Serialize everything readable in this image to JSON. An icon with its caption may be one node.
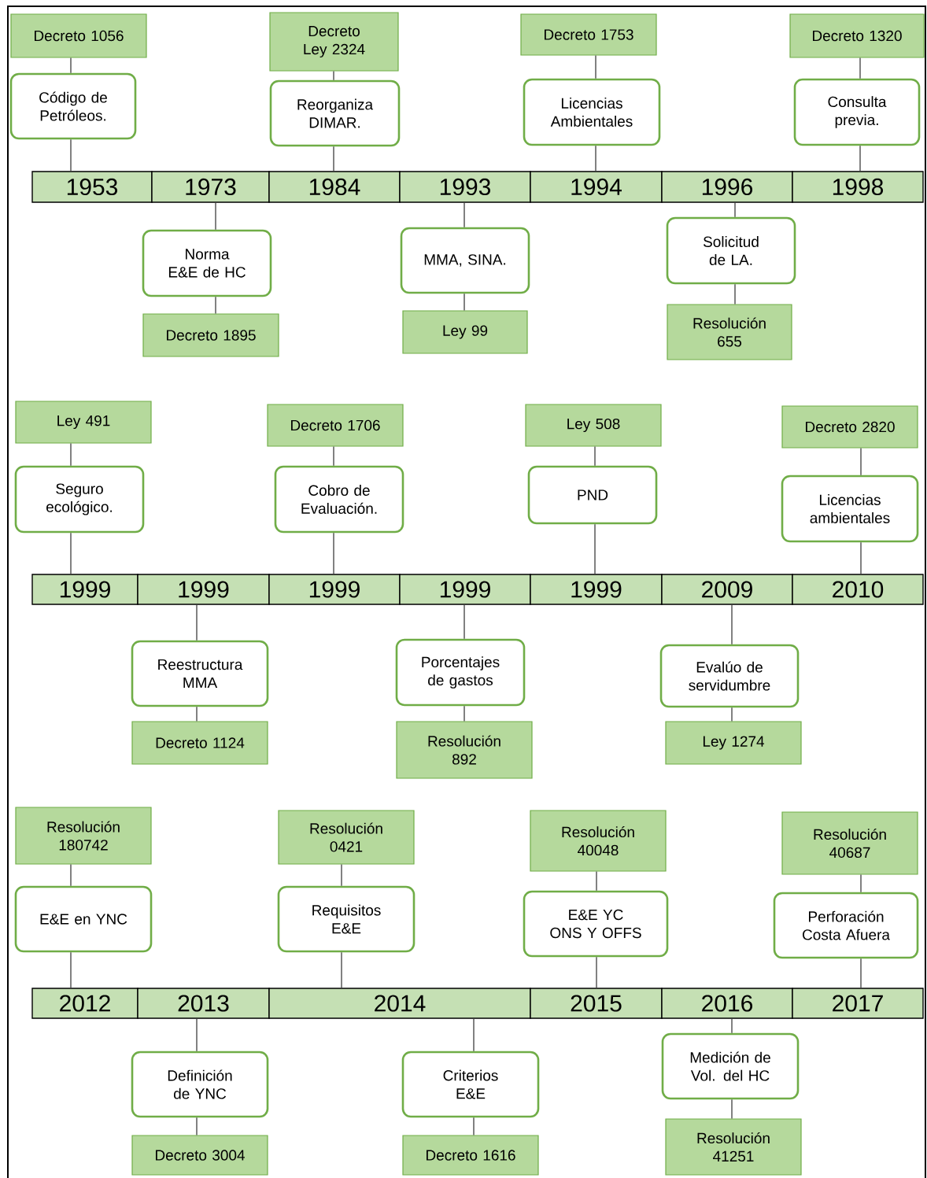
{
  "diagram": {
    "nodes": [
      {
        "text": [
          "Decreto 1056"
        ]
      },
      {
        "text": [
          "Código de Petróleos."
        ]
      },
      {
        "text": [
          "Decreto Ley 2324"
        ]
      },
      {
        "text": [
          "Reorganiza DIMAR."
        ]
      },
      {
        "text": [
          "Decreto 1753"
        ]
      },
      {
        "text": [
          "Licencias Ambientales"
        ]
      },
      {
        "text": [
          "Decreto 1320"
        ]
      },
      {
        "text": [
          "Consulta previa."
        ]
      },
      {
        "text": [
          "1953"
        ]
      },
      {
        "text": [
          "1973"
        ]
      },
      {
        "text": [
          "1984"
        ]
      },
      {
        "text": [
          "1993"
        ]
      },
      {
        "text": [
          "1994"
        ]
      },
      {
        "text": [
          "1996"
        ]
      },
      {
        "text": [
          "1998"
        ]
      },
      {
        "text": [
          "Norma E&E de HC"
        ]
      },
      {
        "text": [
          "Decreto 1895"
        ]
      },
      {
        "text": [
          "MMA, SINA."
        ]
      },
      {
        "text": [
          "Ley 99"
        ]
      },
      {
        "text": [
          "Solicitud de LA."
        ]
      },
      {
        "text": [
          "Resolución 655"
        ]
      },
      {
        "text": [
          "Ley 491"
        ]
      },
      {
        "text": [
          "Seguro ecológico."
        ]
      },
      {
        "text": [
          "Decreto 1706"
        ]
      },
      {
        "text": [
          "Cobro de Evaluación."
        ]
      },
      {
        "text": [
          "Ley 508"
        ]
      },
      {
        "text": [
          "PND"
        ]
      },
      {
        "text": [
          "Decreto 2820"
        ]
      },
      {
        "text": [
          "Licencias ambientales"
        ]
      },
      {
        "text": [
          "1999"
        ]
      },
      {
        "text": [
          "1999"
        ]
      },
      {
        "text": [
          "1999"
        ]
      },
      {
        "text": [
          "1999"
        ]
      },
      {
        "text": [
          "1999"
        ]
      },
      {
        "text": [
          "2009"
        ]
      },
      {
        "text": [
          "2010"
        ]
      },
      {
        "text": [
          "Reestructura MMA"
        ]
      },
      {
        "text": [
          "Decreto 1124"
        ]
      },
      {
        "text": [
          "Porcentajes de gastos"
        ]
      },
      {
        "text": [
          "Resolución 892"
        ]
      },
      {
        "text": [
          "Evalúo de servidumbre"
        ]
      },
      {
        "text": [
          "Ley 1274"
        ]
      },
      {
        "text": [
          "Resolución 180742"
        ]
      },
      {
        "text": [
          "E&E en YNC"
        ]
      },
      {
        "text": [
          "Resolución 0421"
        ]
      },
      {
        "text": [
          "Requisitos E&E"
        ]
      },
      {
        "text": [
          "Resolución 40048"
        ]
      },
      {
        "text": [
          "E&E YC ONS Y OFFS"
        ]
      },
      {
        "text": [
          "Resolución 40687"
        ]
      },
      {
        "text": [
          "Perforación Costa Afuera"
        ]
      },
      {
        "text": [
          "2012"
        ]
      },
      {
        "text": [
          "2013"
        ]
      },
      {
        "text": [
          "2014"
        ]
      },
      {
        "text": [
          "2015"
        ]
      },
      {
        "text": [
          "2016"
        ]
      },
      {
        "text": [
          "2017"
        ]
      },
      {
        "text": [
          "Definición de YNC"
        ]
      },
      {
        "text": [
          "Decreto 3004"
        ]
      },
      {
        "text": [
          "Criterios E&E"
        ]
      },
      {
        "text": [
          "Decreto 1616"
        ]
      },
      {
        "text": [
          "Medición de Vol. del HC"
        ]
      },
      {
        "text": [
          "Resolución 41251"
        ]
      }
    ],
    "edges": [
      {
        "from": 0,
        "to": 1,
        "arrow": "none"
      },
      {
        "from": 1,
        "to": 8,
        "arrow": "none"
      },
      {
        "from": 2,
        "to": 3,
        "arrow": "none"
      },
      {
        "from": 3,
        "to": 10,
        "arrow": "none"
      },
      {
        "from": 4,
        "to": 5,
        "arrow": "none"
      },
      {
        "from": 5,
        "to": 12,
        "arrow": "none"
      },
      {
        "from": 6,
        "to": 7,
        "arrow": "none"
      },
      {
        "from": 7,
        "to": 14,
        "arrow": "none"
      },
      {
        "from": 9,
        "to": 15,
        "arrow": "none"
      },
      {
        "from": 15,
        "to": 16,
        "arrow": "none"
      },
      {
        "from": 11,
        "to": 17,
        "arrow": "none"
      },
      {
        "from": 17,
        "to": 18,
        "arrow": "none"
      },
      {
        "from": 13,
        "to": 19,
        "arrow": "none"
      },
      {
        "from": 19,
        "to": 20,
        "arrow": "none"
      },
      {
        "from": 21,
        "to": 22,
        "arrow": "none"
      },
      {
        "from": 22,
        "to": 29,
        "arrow": "none"
      },
      {
        "from": 23,
        "to": 24,
        "arrow": "none"
      },
      {
        "from": 24,
        "to": 31,
        "arrow": "none"
      },
      {
        "from": 25,
        "to": 26,
        "arrow": "none"
      },
      {
        "from": 26,
        "to": 33,
        "arrow": "none"
      },
      {
        "from": 27,
        "to": 28,
        "arrow": "none"
      },
      {
        "from": 28,
        "to": 35,
        "arrow": "none"
      },
      {
        "from": 30,
        "to": 36,
        "arrow": "none"
      },
      {
        "from": 36,
        "to": 37,
        "arrow": "none"
      },
      {
        "from": 32,
        "to": 38,
        "arrow": "none"
      },
      {
        "from": 38,
        "to": 39,
        "arrow": "none"
      },
      {
        "from": 34,
        "to": 40,
        "arrow": "none"
      },
      {
        "from": 40,
        "to": 41,
        "arrow": "none"
      },
      {
        "from": 42,
        "to": 43,
        "arrow": "none"
      },
      {
        "from": 43,
        "to": 50,
        "arrow": "none"
      },
      {
        "from": 44,
        "to": 45,
        "arrow": "none"
      },
      {
        "from": 45,
        "to": 52,
        "arrow": "none"
      },
      {
        "from": 46,
        "to": 47,
        "arrow": "none"
      },
      {
        "from": 47,
        "to": 53,
        "arrow": "none"
      },
      {
        "from": 48,
        "to": 49,
        "arrow": "none"
      },
      {
        "from": 49,
        "to": 55,
        "arrow": "none"
      },
      {
        "from": 51,
        "to": 56,
        "arrow": "none"
      },
      {
        "from": 56,
        "to": 57,
        "arrow": "none"
      },
      {
        "from": 52,
        "to": 58,
        "arrow": "none"
      },
      {
        "from": 58,
        "to": 59,
        "arrow": "none"
      },
      {
        "from": 54,
        "to": 60,
        "arrow": "none"
      },
      {
        "from": 60,
        "to": 61,
        "arrow": "none"
      }
    ]
  }
}
